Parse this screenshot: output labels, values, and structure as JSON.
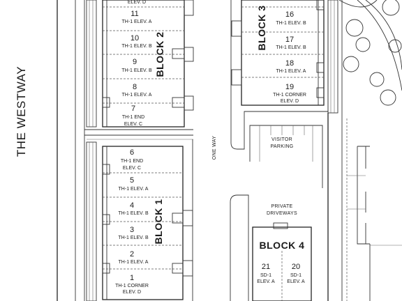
{
  "street": "THE WESTWAY",
  "one_way": "ONE WAY",
  "visitor_parking": [
    "VISITOR",
    "PARKING"
  ],
  "private_driveways": [
    "PRIVATE",
    "DRIVEWAYS"
  ],
  "blocks": {
    "block1": "BLOCK 1",
    "block2": "BLOCK 2",
    "block3": "BLOCK 3",
    "block4": "BLOCK 4"
  },
  "units": [
    {
      "num": "1",
      "type": "TH-1 CORNER",
      "elev": "ELEV. D"
    },
    {
      "num": "2",
      "type": "TH-1 ELEV. A",
      "elev": ""
    },
    {
      "num": "3",
      "type": "TH-1 ELEV. B",
      "elev": ""
    },
    {
      "num": "4",
      "type": "TH-1 ELEV. B",
      "elev": ""
    },
    {
      "num": "5",
      "type": "TH-1 ELEV. A",
      "elev": ""
    },
    {
      "num": "6",
      "type": "TH-1 END",
      "elev": "ELEV. C"
    },
    {
      "num": "7",
      "type": "TH-1 END",
      "elev": "ELEV. C"
    },
    {
      "num": "8",
      "type": "TH-1 ELEV. A",
      "elev": ""
    },
    {
      "num": "9",
      "type": "TH-1 ELEV. B",
      "elev": ""
    },
    {
      "num": "10",
      "type": "TH-1 ELEV. B",
      "elev": ""
    },
    {
      "num": "11",
      "type": "TH-1 ELEV. A",
      "elev": ""
    },
    {
      "num": "",
      "type": "ELEV. D",
      "elev": ""
    },
    {
      "num": "16",
      "type": "TH-1 ELEV. B",
      "elev": ""
    },
    {
      "num": "17",
      "type": "TH-1 ELEV. B",
      "elev": ""
    },
    {
      "num": "18",
      "type": "TH-1 ELEV. A",
      "elev": ""
    },
    {
      "num": "19",
      "type": "TH-1 CORNER",
      "elev": "ELEV. D"
    },
    {
      "num": "21",
      "type": "SD-1",
      "elev": "ELEV. A"
    },
    {
      "num": "20",
      "type": "SD-1",
      "elev": "ELEV. A"
    }
  ]
}
